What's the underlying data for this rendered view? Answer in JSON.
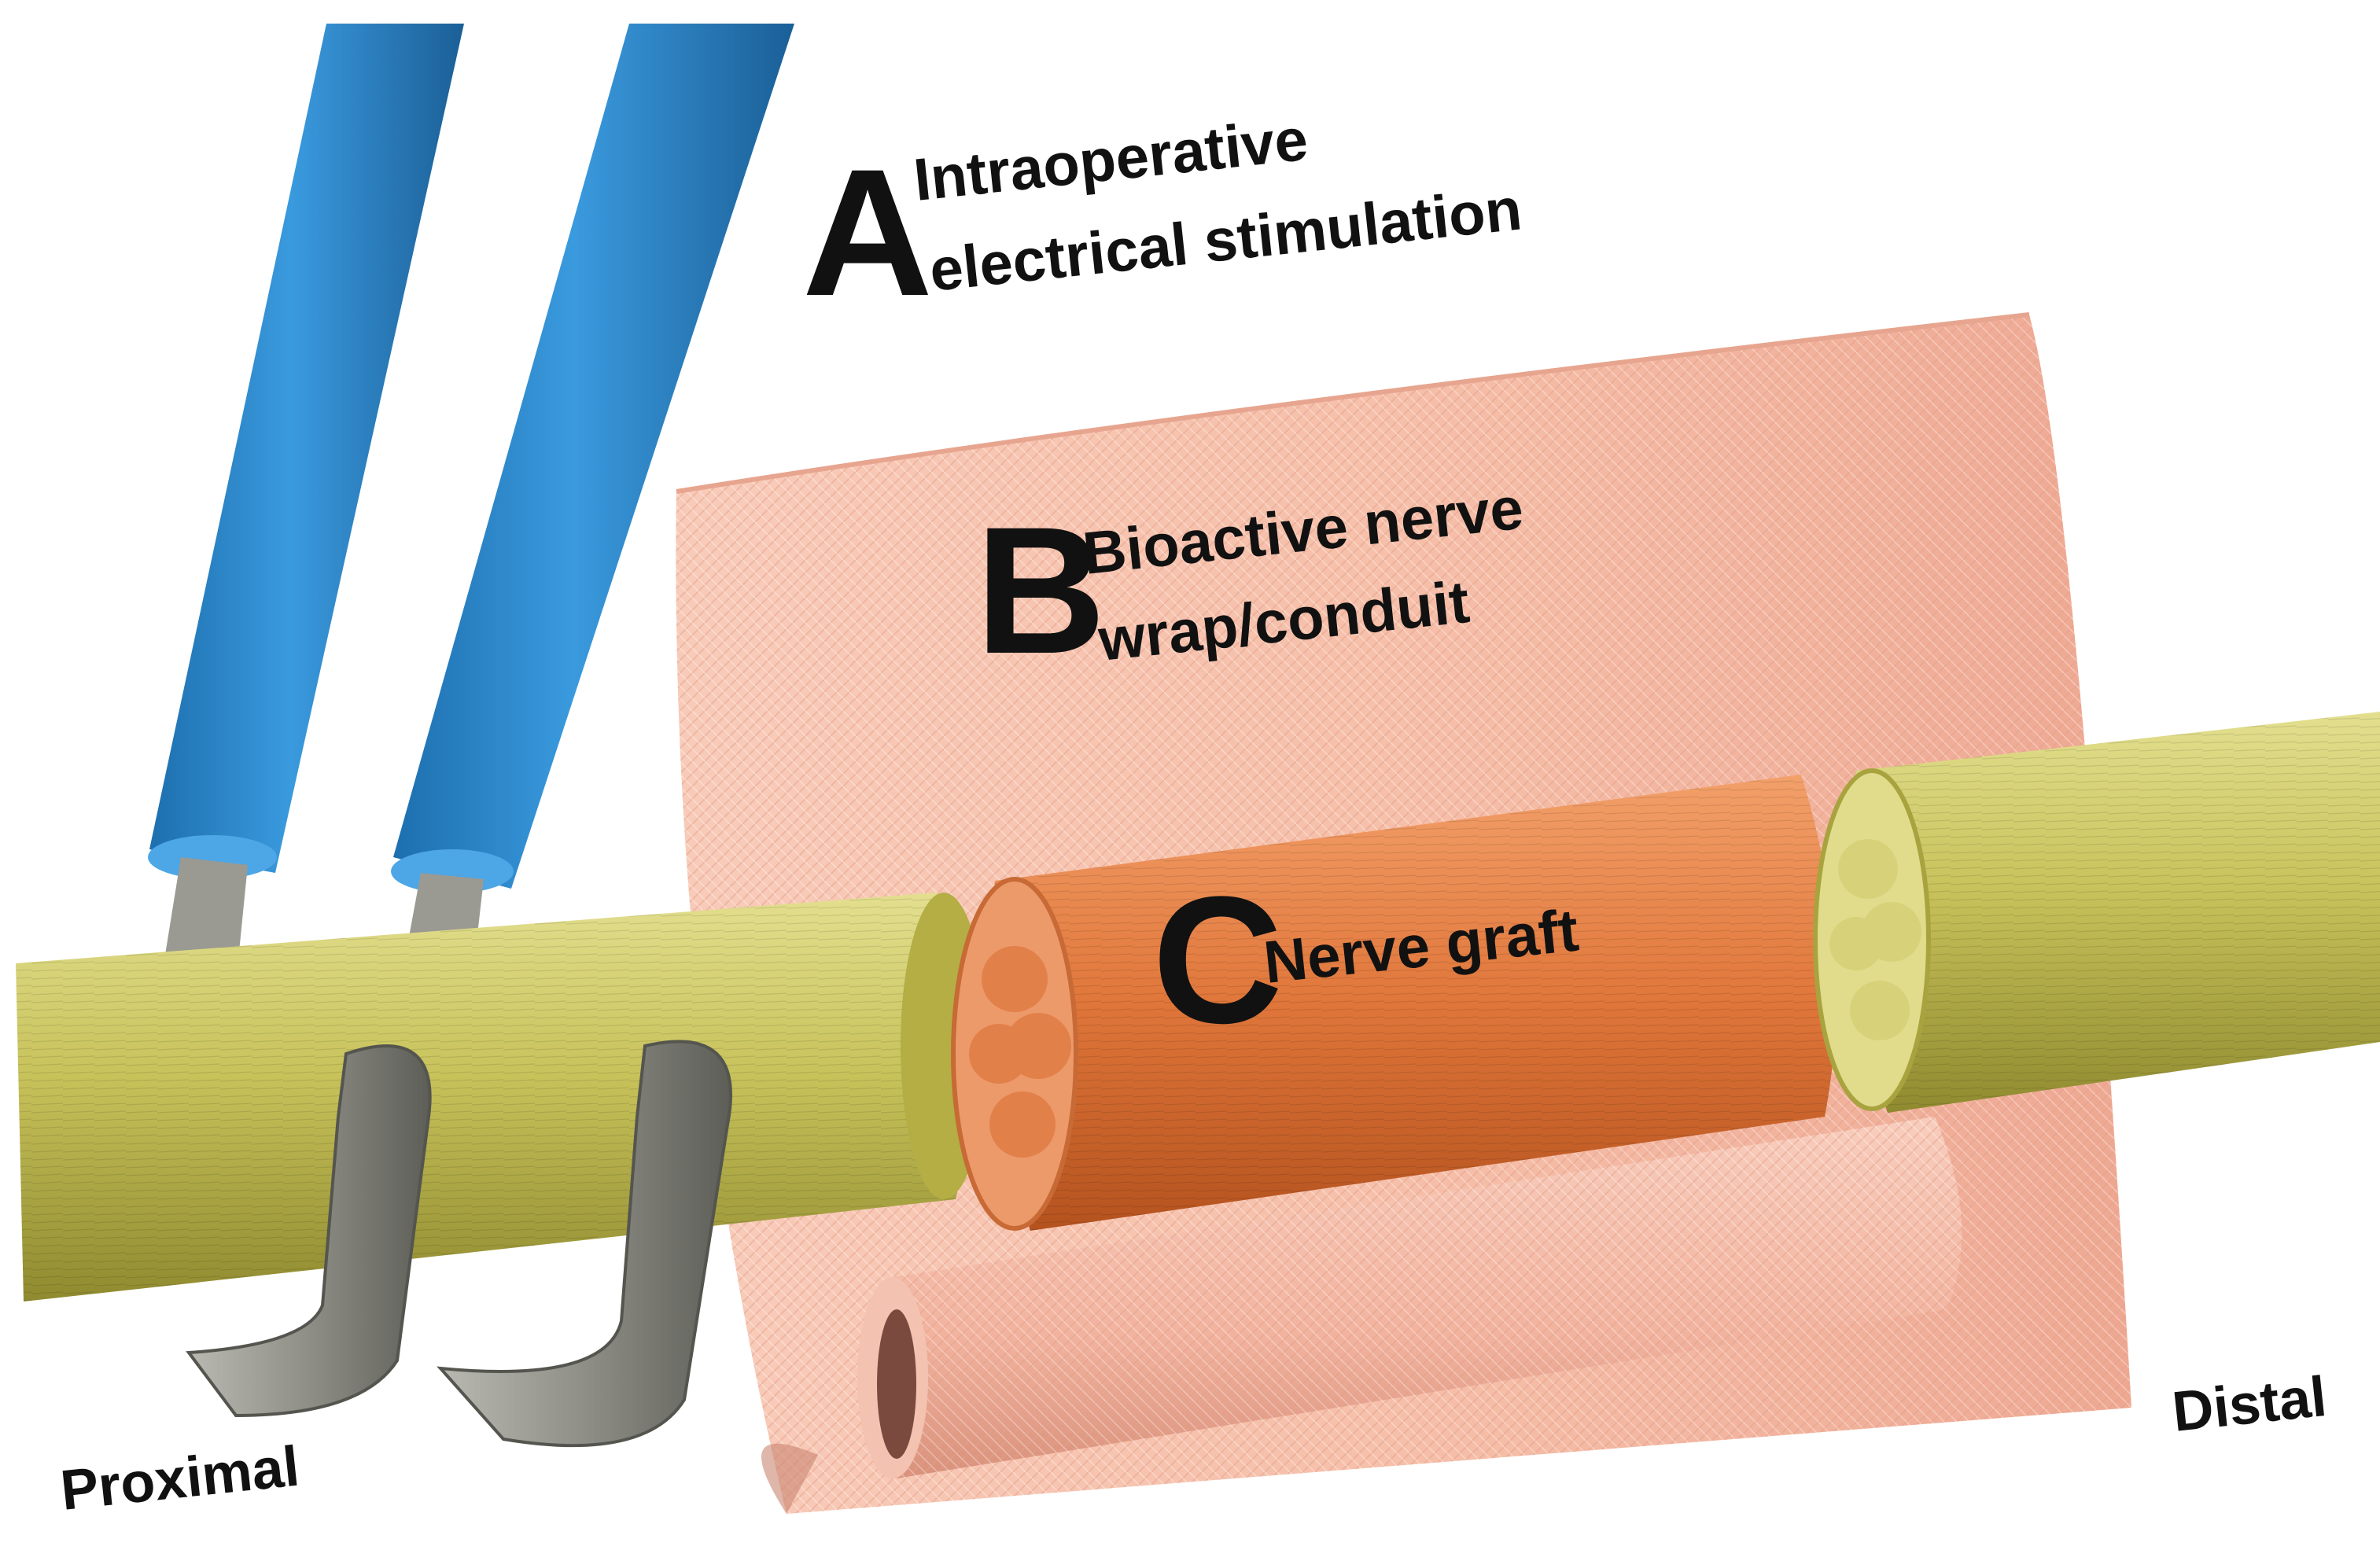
{
  "labels": {
    "a_letter": "A",
    "a_line1": "Intraoperative",
    "a_line2": "electrical stimulation",
    "b_letter": "B",
    "b_line1": "Bioactive nerve",
    "b_line2": "wrap/conduit",
    "c_letter": "C",
    "c_text": "Nerve graft",
    "proximal": "Proximal",
    "distal": "Distal"
  },
  "colors": {
    "electrode_wire": "#2f8fd0",
    "electrode_hook": "#8e8e87",
    "nerve": "#c8c35a",
    "nerve_graft": "#e0763a",
    "wrap": "#f6c1ad",
    "conduit": "#f2b7a3",
    "background": "#ffffff"
  }
}
